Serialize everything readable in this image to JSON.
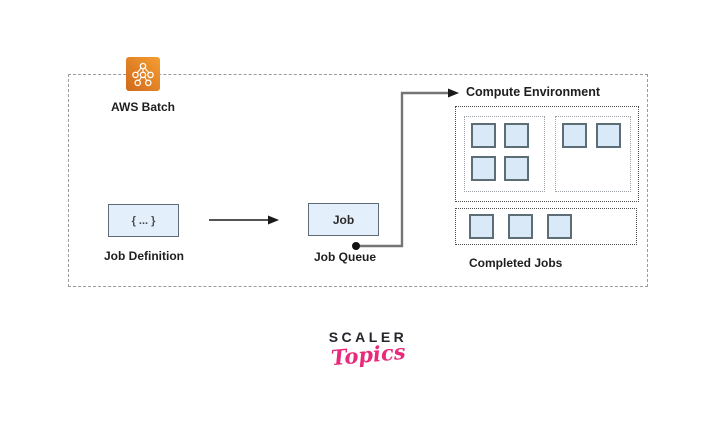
{
  "labels": {
    "aws_batch": "AWS Batch",
    "job_definition_box": "{ ... }",
    "job_definition": "Job Definition",
    "job_box": "Job",
    "job_queue": "Job Queue",
    "compute_environment": "Compute Environment",
    "completed_jobs": "Completed Jobs"
  },
  "diagram": {
    "flow": [
      "Job Definition",
      "Job Queue",
      "Compute Environment"
    ],
    "compute_environment": {
      "instance_groups": [
        {
          "squares": 4
        },
        {
          "squares": 2
        }
      ]
    },
    "completed_jobs": {
      "squares": 3
    }
  },
  "branding": {
    "wordmark": "SCALER",
    "sub": "Topics"
  },
  "colors": {
    "aws_orange_dark": "#cf6a1c",
    "aws_orange_light": "#f59d31",
    "box_fill": "#e3effa",
    "box_border": "#5f6b76",
    "square_fill": "#d9e9f7",
    "square_border": "#5d6d75",
    "dashed_container": "#9b9b9b",
    "brand_pink": "#e72a7a",
    "text": "#1e1e1e"
  }
}
